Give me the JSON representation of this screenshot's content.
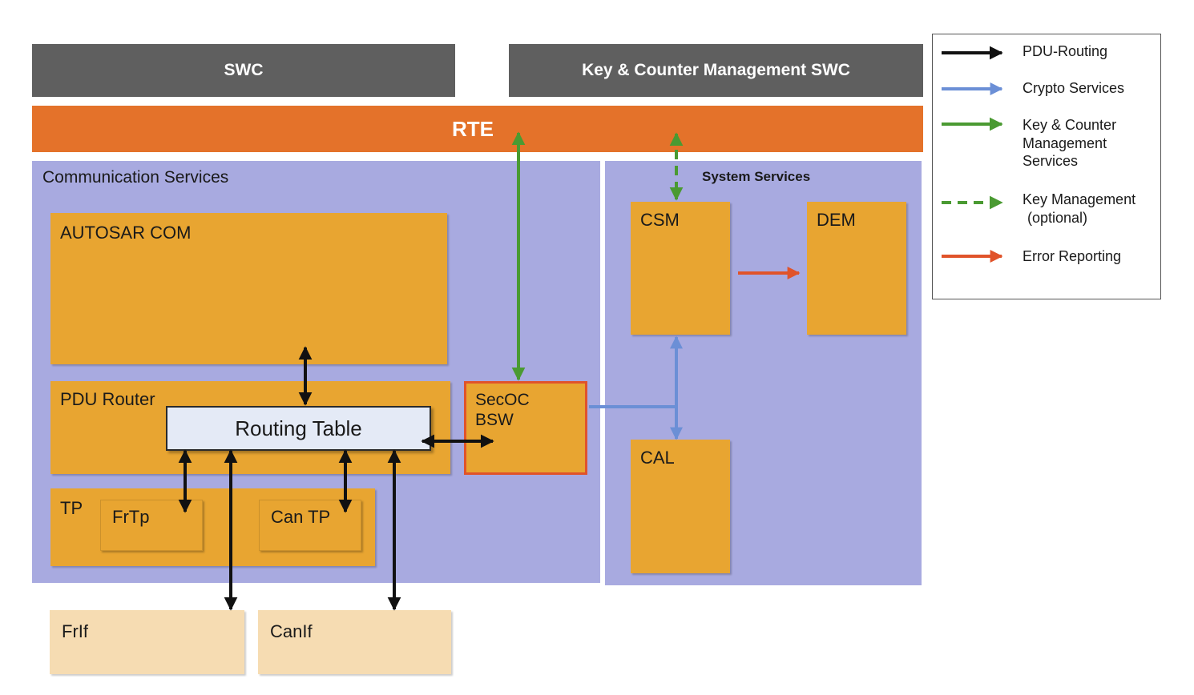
{
  "top": {
    "swc_label": "SWC",
    "key_counter_swc_label": "Key & Counter Management SWC",
    "rte_label": "RTE"
  },
  "communication_services": {
    "title": "Communication Services",
    "autosar_com": "AUTOSAR COM",
    "pdu_router": "PDU Router",
    "routing_table": "Routing Table",
    "tp": "TP",
    "frtp": "FrTp",
    "can_tp": "Can TP"
  },
  "secoc": {
    "line1": "SecOC",
    "line2": "BSW"
  },
  "system_services": {
    "title": "System Services",
    "csm": "CSM",
    "dem": "DEM",
    "cal": "CAL"
  },
  "interfaces": {
    "frif": "FrIf",
    "canif": "CanIf"
  },
  "legend": {
    "items": [
      {
        "lines": [
          "PDU-Routing"
        ],
        "color": "#111111",
        "style": "solid"
      },
      {
        "lines": [
          "Crypto Services"
        ],
        "color": "#6b8fd6",
        "style": "solid"
      },
      {
        "lines": [
          "Key & Counter",
          "Management",
          "Services"
        ],
        "color": "#4a9a32",
        "style": "solid"
      },
      {
        "lines": [
          "Key Management",
          "(optional)"
        ],
        "color": "#4a9a32",
        "style": "dashed"
      },
      {
        "lines": [
          "Error Reporting"
        ],
        "color": "#e0532a",
        "style": "solid"
      }
    ]
  },
  "colors": {
    "gray_bar": "#5f5f5f",
    "rte": "#e4722a",
    "panel": "#a8aae0",
    "module": "#e8a531",
    "interface": "#f6dcb2",
    "secoc_border": "#e0532a"
  }
}
